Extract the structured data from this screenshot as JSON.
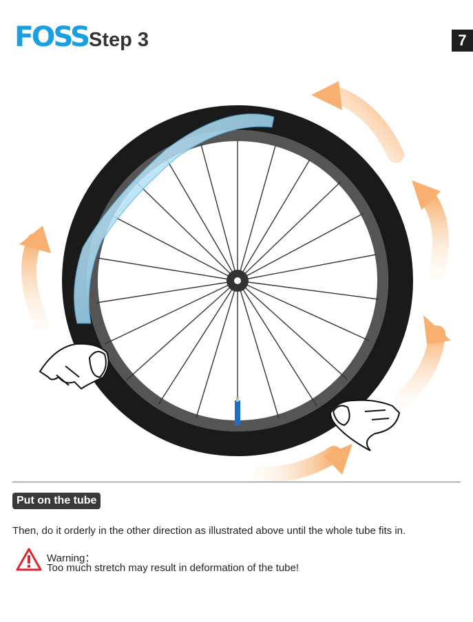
{
  "header": {
    "logo": "FOSS",
    "title": "Step 3",
    "page_number": "7"
  },
  "section": {
    "badge": "Put on the tube",
    "instruction": "Then, do it orderly in the other direction as illustrated above until the whole tube fits in."
  },
  "warning": {
    "icon": "warning-triangle-icon",
    "label": "Warning：",
    "text": "Too much stretch may result in deformation of the tube!"
  },
  "colors": {
    "brand": "#1aa0e0",
    "arrow": "#f7b878",
    "tube": "#8fd0f0",
    "warning": "#d9262c",
    "valve": "#1f6fc2"
  }
}
